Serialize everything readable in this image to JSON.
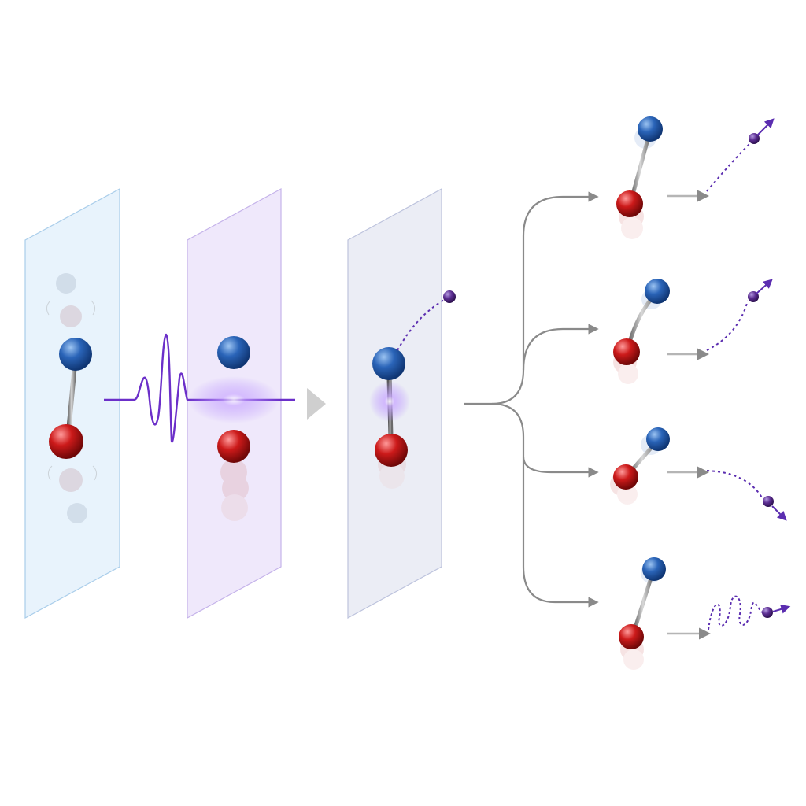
{
  "colors": {
    "background": "#ffffff",
    "panel_1": "#e4f1fb",
    "panel_2": "#ece4fa",
    "panel_3": "#e8eaf3",
    "atom_top": "#2a64b8",
    "atom_bottom": "#cc1a1a",
    "bond": "#8c8c8c",
    "pulse": "#6b2fc9",
    "electron": "#5b2d91",
    "electron_path": "#5b2db0",
    "arrow": "#8a8a8a"
  },
  "stages": [
    {
      "id": "initial-vibration"
    },
    {
      "id": "pulse-excitation"
    },
    {
      "id": "ionization"
    }
  ],
  "outcomes": [
    {
      "id": "outcome-1",
      "electron_path": "straight-up"
    },
    {
      "id": "outcome-2",
      "electron_path": "curved-up"
    },
    {
      "id": "outcome-3",
      "electron_path": "curved-down"
    },
    {
      "id": "outcome-4",
      "electron_path": "looping"
    }
  ]
}
